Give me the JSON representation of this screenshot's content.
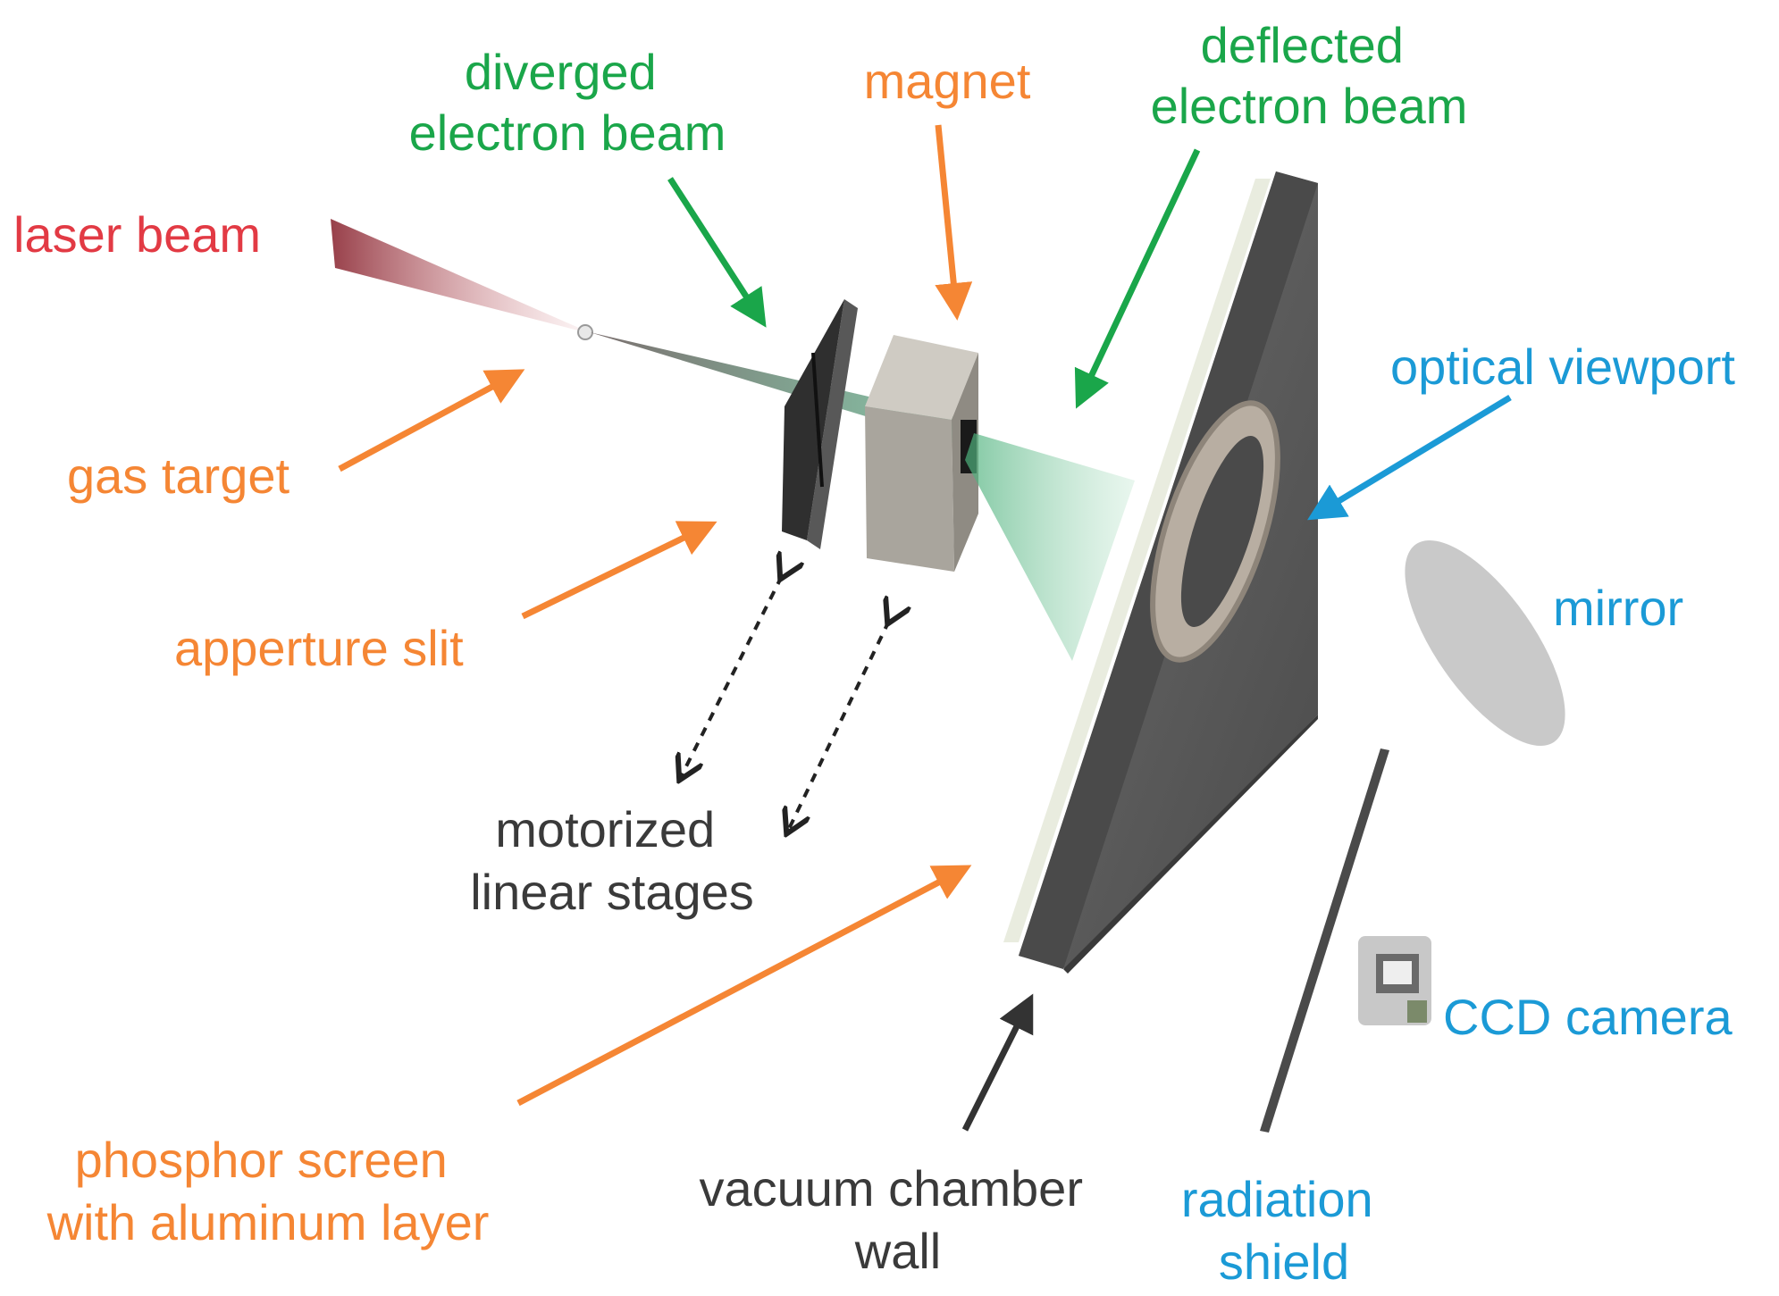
{
  "colors": {
    "laser": "#e23a44",
    "orange": "#f58634",
    "green": "#1aa64a",
    "blue": "#1b9ad6",
    "dark": "#3a3a3a"
  },
  "labels": {
    "laser_beam": "laser beam",
    "gas_target": "gas target",
    "diverged_beam": [
      "diverged",
      "electron beam"
    ],
    "aperture_slit": "apperture slit",
    "magnet": "magnet",
    "deflected_beam": [
      "deflected",
      "electron beam"
    ],
    "optical_viewport": "optical viewport",
    "mirror": "mirror",
    "motorized_stages": [
      "motorized",
      "linear stages"
    ],
    "phosphor_screen": [
      "phosphor screen",
      "with aluminum layer"
    ],
    "vacuum_wall": [
      "vacuum chamber",
      "wall"
    ],
    "radiation_shield": [
      "radiation",
      "shield"
    ],
    "ccd_camera": "CCD camera"
  }
}
